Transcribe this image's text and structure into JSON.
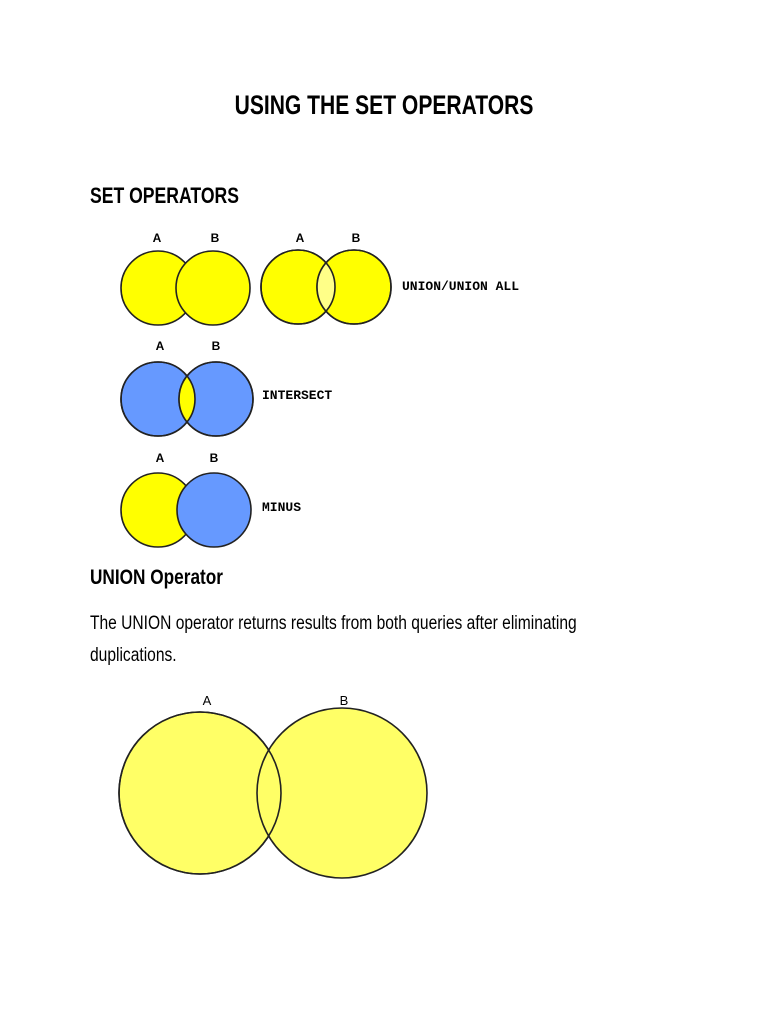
{
  "title": "USING THE SET OPERATORS",
  "section_heading": "SET OPERATORS",
  "diagrams": {
    "set_a_label": "A",
    "set_b_label": "B",
    "union_label": "UNION/UNION ALL",
    "intersect_label": "INTERSECT",
    "minus_label": "MINUS"
  },
  "union_section": {
    "heading": "UNION Operator",
    "description_line1": "The UNION operator returns results from both queries after eliminating",
    "description_line2": "duplications.",
    "diagram_a_label": "A",
    "diagram_b_label": "B"
  },
  "colors": {
    "yellow": "#ffff00",
    "light_yellow": "#ffff66",
    "pale_yellow": "#ffff99",
    "blue": "#6699ff",
    "outline": "#222222"
  }
}
